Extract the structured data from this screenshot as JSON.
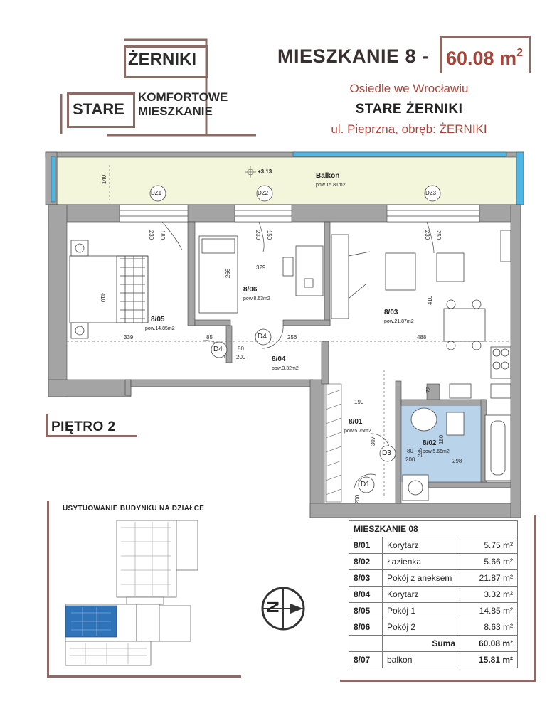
{
  "logo": {
    "line1": "ŻERNIKI",
    "line2": "STARE",
    "line3a": "KOMFORTOWE",
    "line3b": "MIESZKANIE"
  },
  "header": {
    "title": "MIESZKANIE 8 -",
    "area": "60.08 m",
    "area_sup": "2",
    "subtitle1": "Osiedle we Wrocławiu",
    "subtitle2": "STARE ŻERNIKI",
    "subtitle3": "ul. Pieprzna, obręb: ŻERNIKI"
  },
  "plan": {
    "balcony_name": "Balkon",
    "balcony_area": "pow.15.81m2",
    "elevation": "+3.13",
    "dim_140": "140",
    "rooms": [
      {
        "id": "8/05",
        "area": "pow.14.85m2"
      },
      {
        "id": "8/06",
        "area": "pow.8.63m2"
      },
      {
        "id": "8/03",
        "area": "pow.21.87m2"
      },
      {
        "id": "8/04",
        "area": "pow.3.32m2"
      },
      {
        "id": "8/01",
        "area": "pow.5.75m2"
      },
      {
        "id": "8/02",
        "area": "pow.5.66m2"
      }
    ],
    "windows": [
      "DZ1",
      "DZ2",
      "DZ3"
    ],
    "doors": [
      "D4",
      "D4",
      "D3",
      "D1"
    ],
    "dims": {
      "d230a": "230",
      "d180": "180",
      "d230b": "230",
      "d150": "150",
      "d230c": "230",
      "d250": "250",
      "d410a": "410",
      "d266": "266",
      "d329": "329",
      "d410b": "410",
      "d339": "339",
      "d85": "85",
      "d256": "256",
      "d488": "488",
      "d80a": "80",
      "d200a": "200",
      "d190": "190",
      "d72": "72",
      "d307": "307",
      "d80b": "80",
      "d200b": "200",
      "d235": "235",
      "d180b": "180",
      "d298": "298",
      "d200c": "200"
    },
    "floor_label": "PIĘTRO 2"
  },
  "site": {
    "title": "USYTUOWANIE BUDYNKU NA DZIAŁCE"
  },
  "compass": {
    "label": "N"
  },
  "table": {
    "header": "MIESZKANIE 08",
    "rows": [
      {
        "id": "8/01",
        "name": "Korytarz",
        "area": "5.75 m²"
      },
      {
        "id": "8/02",
        "name": "Łazienka",
        "area": "5.66 m²"
      },
      {
        "id": "8/03",
        "name": "Pokój z aneksem",
        "area": "21.87 m²"
      },
      {
        "id": "8/04",
        "name": "Korytarz",
        "area": "3.32 m²"
      },
      {
        "id": "8/05",
        "name": "Pokój 1",
        "area": "14.85 m²"
      },
      {
        "id": "8/06",
        "name": "Pokój 2",
        "area": "8.63 m²"
      }
    ],
    "sum_label": "Suma",
    "sum_value": "60.08 m²",
    "balcony": {
      "id": "8/07",
      "name": "balkon",
      "area": "15.81 m²"
    }
  },
  "colors": {
    "accent_brown": "#8b6b63",
    "accent_red": "#a8463c",
    "balcony_fill": "#f4f6dc",
    "bathroom_fill": "#b9d3ea",
    "wall_fill": "#a4a4a4",
    "window_blue": "#4fb7e6"
  }
}
